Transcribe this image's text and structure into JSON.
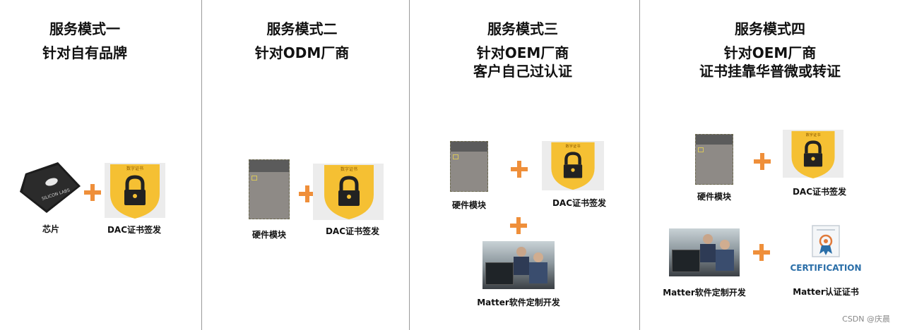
{
  "panels": [
    {
      "title_line1": "服务模式一",
      "title_line2": "针对自有品牌",
      "item_a": "芯片",
      "item_b": "DAC证书签发"
    },
    {
      "title_line1": "服务模式二",
      "title_line2": "针对ODM厂商",
      "item_a": "硬件模块",
      "item_b": "DAC证书签发"
    },
    {
      "title_line1": "服务模式三",
      "title_line2": "针对OEM厂商",
      "title_line3": "客户自己过认证",
      "item_a": "硬件模块",
      "item_b": "DAC证书签发",
      "item_c": "Matter软件定制开发"
    },
    {
      "title_line1": "服务模式四",
      "title_line2": "针对OEM厂商",
      "title_line3": "证书挂靠华普微或转证",
      "item_a": "硬件模块",
      "item_b": "DAC证书签发",
      "item_c": "Matter软件定制开发",
      "item_d": "Matter认证证书"
    }
  ],
  "chip_logo_text": "SILICON LABS",
  "badge_text": "数字证书",
  "certification_text": "CERTIFICATION",
  "watermark": "CSDN @庆晨",
  "colors": {
    "accent": "#ef8f3a",
    "shield": "#f5c033",
    "cert_blue": "#2a6ea8"
  },
  "icons": [
    "chip-icon",
    "lock-shield-icon",
    "module-icon",
    "developers-photo",
    "certificate-ribbon-icon",
    "plus-icon"
  ]
}
